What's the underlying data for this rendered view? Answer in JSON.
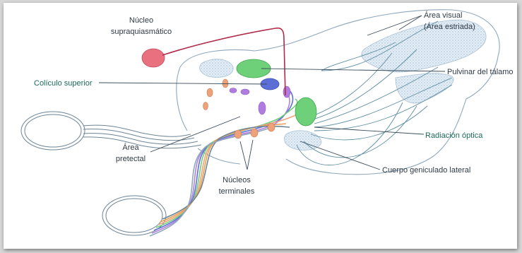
{
  "labels": {
    "nucleo_supraquiasmatico_1": "Núcleo",
    "nucleo_supraquiasmatico_2": "supraquiasmático",
    "area_visual_1": "Área visual",
    "area_visual_2": "(Área estriada)",
    "pulvinar": "Pulvinar del tálamo",
    "coliculo": "Colículo superior",
    "radiacion": "Radiación óptica",
    "area_pretectal_1": "Área",
    "area_pretectal_2": "pretectal",
    "cuerpo_geniculado": "Cuerpo geniculado lateral",
    "nucleos_terminales_1": "Núcleos",
    "nucleos_terminales_2": "terminales"
  },
  "colors": {
    "suprachiasmatic": "#e8707f",
    "thalamus_green": "#6fd07a",
    "colliculus_blue": "#5b6fd6",
    "pretectal_purple": "#b07ce0",
    "terminal_orange": "#efa27a",
    "teal_text": "#1b6b5a",
    "fiber_lines": "#5f8fa3",
    "red_path": "#b02a4a"
  }
}
